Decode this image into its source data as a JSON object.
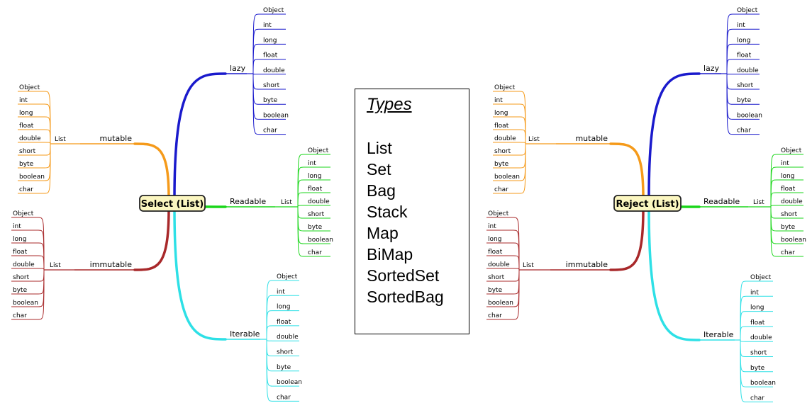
{
  "maps": [
    {
      "root": "Select (List)",
      "branches": [
        {
          "label": "lazy",
          "list_label": "",
          "color": "#1a1acc",
          "leaves": [
            "Object",
            "int",
            "long",
            "float",
            "double",
            "short",
            "byte",
            "boolean",
            "char"
          ]
        },
        {
          "label": "Readable",
          "list_label": "List",
          "color": "#1ad61a",
          "leaves": [
            "Object",
            "int",
            "long",
            "float",
            "double",
            "short",
            "byte",
            "boolean",
            "char"
          ]
        },
        {
          "label": "Iterable",
          "list_label": "",
          "color": "#2ee0e6",
          "leaves": [
            "Object",
            "int",
            "long",
            "float",
            "double",
            "short",
            "byte",
            "boolean",
            "char"
          ]
        },
        {
          "label": "mutable",
          "list_label": "List",
          "color": "#f59a1a",
          "leaves": [
            "Object",
            "int",
            "long",
            "float",
            "double",
            "short",
            "byte",
            "boolean",
            "char"
          ]
        },
        {
          "label": "immutable",
          "list_label": "List",
          "color": "#a8282a",
          "leaves": [
            "Object",
            "int",
            "long",
            "float",
            "double",
            "short",
            "byte",
            "boolean",
            "char"
          ]
        }
      ]
    },
    {
      "root": "Reject (List)",
      "branches": [
        {
          "label": "lazy",
          "list_label": "",
          "color": "#1a1acc",
          "leaves": [
            "Object",
            "int",
            "long",
            "float",
            "double",
            "short",
            "byte",
            "boolean",
            "char"
          ]
        },
        {
          "label": "Readable",
          "list_label": "List",
          "color": "#1ad61a",
          "leaves": [
            "Object",
            "int",
            "long",
            "float",
            "double",
            "short",
            "byte",
            "boolean",
            "char"
          ]
        },
        {
          "label": "Iterable",
          "list_label": "",
          "color": "#2ee0e6",
          "leaves": [
            "Object",
            "int",
            "long",
            "float",
            "double",
            "short",
            "byte",
            "boolean",
            "char"
          ]
        },
        {
          "label": "mutable",
          "list_label": "List",
          "color": "#f59a1a",
          "leaves": [
            "Object",
            "int",
            "long",
            "float",
            "double",
            "short",
            "byte",
            "boolean",
            "char"
          ]
        },
        {
          "label": "immutable",
          "list_label": "List",
          "color": "#a8282a",
          "leaves": [
            "Object",
            "int",
            "long",
            "float",
            "double",
            "short",
            "byte",
            "boolean",
            "char"
          ]
        }
      ]
    }
  ],
  "types": {
    "title": "Types",
    "items": [
      "List",
      "Set",
      "Bag",
      "Stack",
      "Map",
      "BiMap",
      "SortedSet",
      "SortedBag"
    ]
  },
  "colors": {
    "root_fill": "#fbf6c0",
    "root_stroke": "#222222"
  }
}
